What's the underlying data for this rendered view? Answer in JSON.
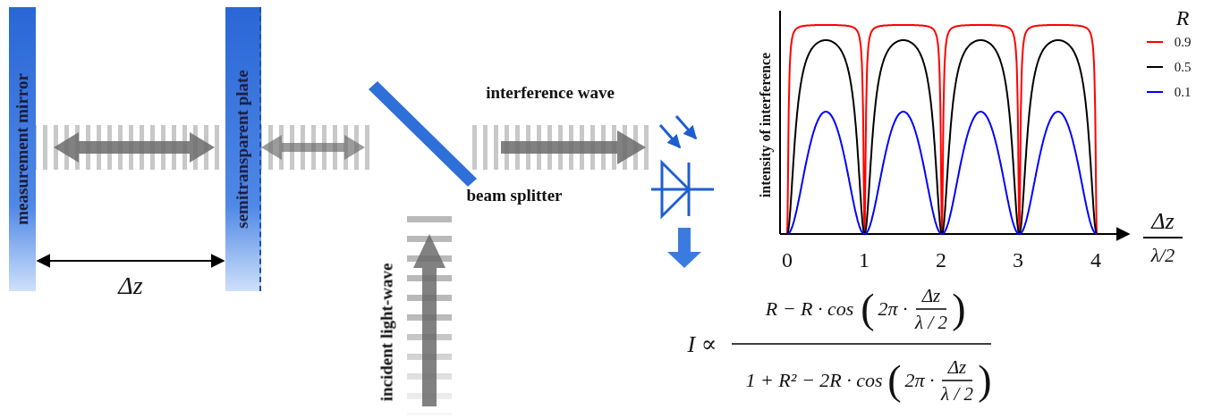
{
  "diagram": {
    "nodes": [
      {
        "text": [
          "measurement mirror"
        ]
      },
      {
        "text": [
          "semitransparent plate"
        ]
      }
    ],
    "edges": [
      {
        "from": 0,
        "to": 1,
        "arrow": "both",
        "label": "Δz"
      }
    ],
    "labels": [
      "interference wave",
      "beam splitter",
      "incident light-wave",
      "intensity of interference",
      "R",
      "0.9",
      "0.5",
      "0.1",
      "0",
      "1",
      "2",
      "3",
      "4",
      "Δz",
      "λ/2",
      "I ∝",
      "R − R · cos",
      "(",
      "2π ·",
      "Δz",
      "λ / 2",
      ")",
      "1 + R² − 2R · cos",
      "(",
      "2π ·",
      "Δz",
      "λ / 2",
      ")"
    ]
  }
}
